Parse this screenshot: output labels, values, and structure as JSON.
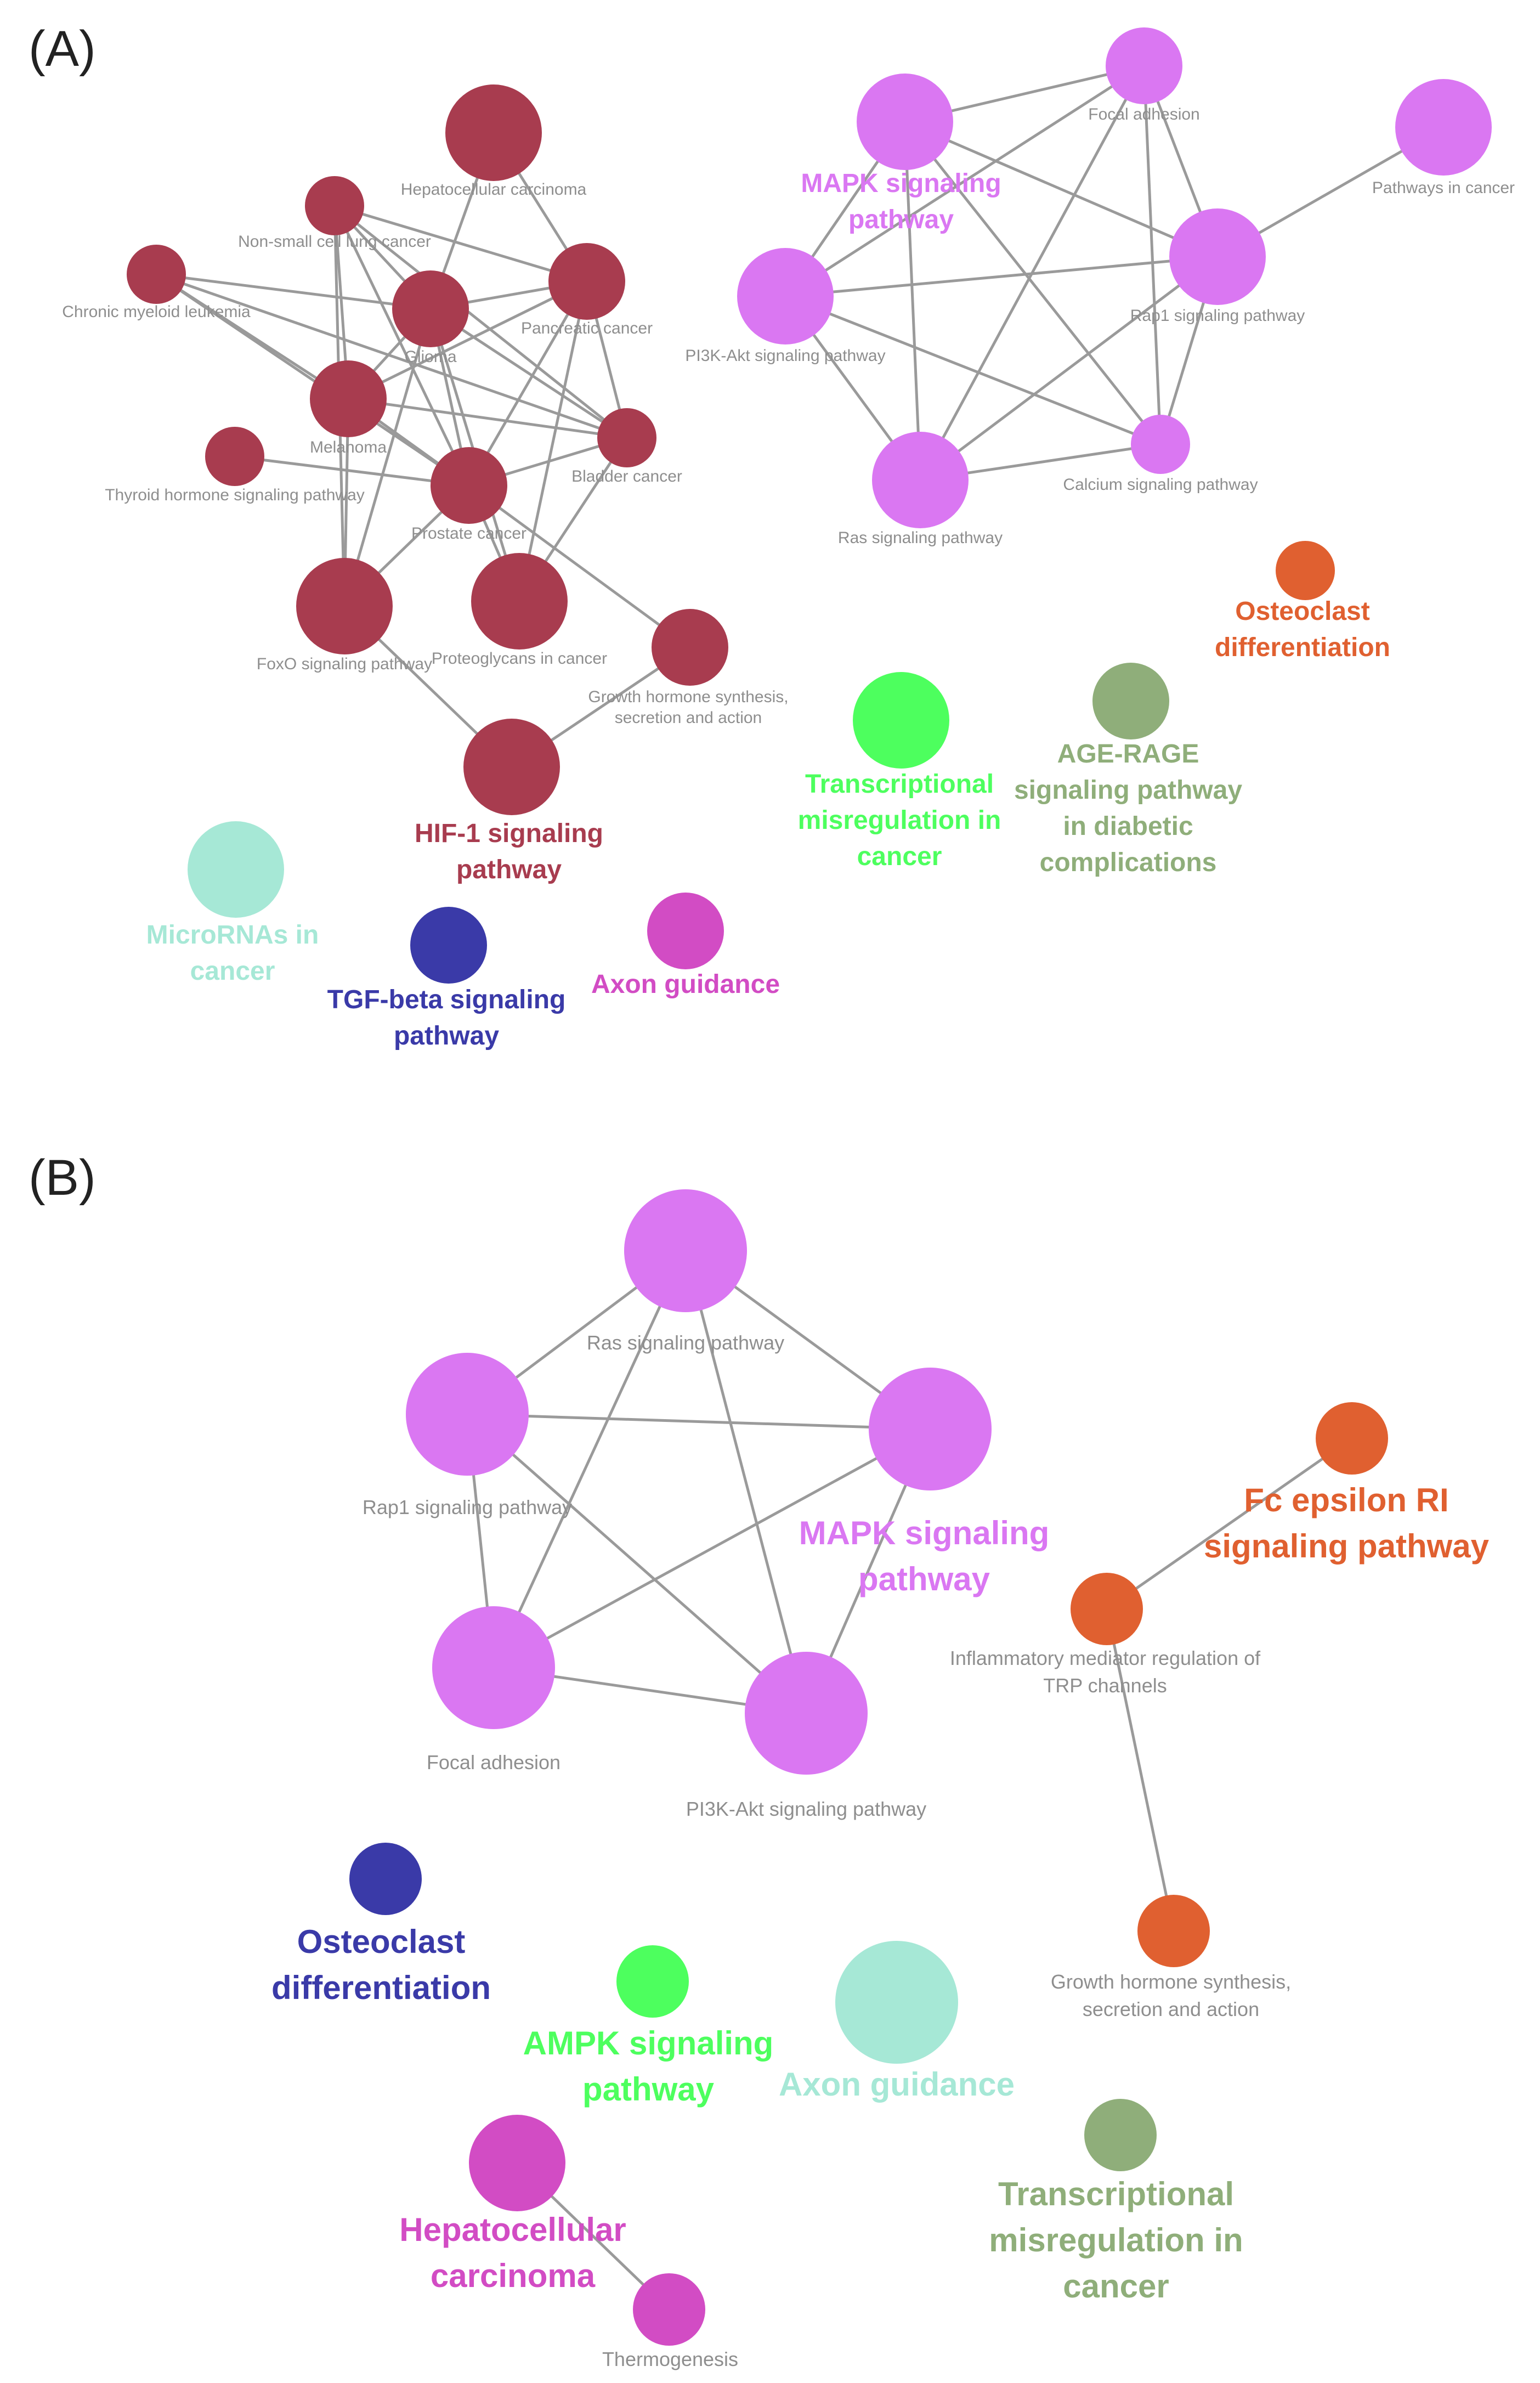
{
  "colors": {
    "dark_red": "#a83c4f",
    "violet": "#da77f2",
    "orange": "#e06030",
    "sage": "#8fae7a",
    "green": "#4dff5e",
    "cyan": "#a6e8d6",
    "navy": "#3a3aa8",
    "magenta": "#d24cc4",
    "edge": "#9a9a9a"
  },
  "panels": [
    {
      "label": "(A)",
      "nodes": [
        {
          "id": "hcc",
          "label": [
            "Hepatocellular carcinoma"
          ],
          "style": "small",
          "group": "dark_red",
          "size": "large"
        },
        {
          "id": "nsclc",
          "label": [
            "Non-small cell lung cancer"
          ],
          "style": "small",
          "group": "dark_red",
          "size": "medium"
        },
        {
          "id": "cml",
          "label": [
            "Chronic myeloid leukemia"
          ],
          "style": "small",
          "group": "dark_red",
          "size": "medium"
        },
        {
          "id": "glioma",
          "label": [
            "Glioma"
          ],
          "style": "small",
          "group": "dark_red",
          "size": "medium"
        },
        {
          "id": "pancreatic",
          "label": [
            "Pancreatic cancer"
          ],
          "style": "small",
          "group": "dark_red",
          "size": "medium"
        },
        {
          "id": "melanoma",
          "label": [
            "Melanoma"
          ],
          "style": "small",
          "group": "dark_red",
          "size": "medium"
        },
        {
          "id": "thyroid",
          "label": [
            "Thyroid hormone signaling pathway"
          ],
          "style": "small",
          "group": "dark_red",
          "size": "medium"
        },
        {
          "id": "bladder",
          "label": [
            "Bladder cancer"
          ],
          "style": "small",
          "group": "dark_red",
          "size": "medium"
        },
        {
          "id": "prostate",
          "label": [
            "Prostate cancer"
          ],
          "style": "small",
          "group": "dark_red",
          "size": "medium"
        },
        {
          "id": "foxo",
          "label": [
            "FoxO signaling pathway"
          ],
          "style": "small",
          "group": "dark_red",
          "size": "large"
        },
        {
          "id": "proteoglycans",
          "label": [
            "Proteoglycans in cancer"
          ],
          "style": "small",
          "group": "dark_red",
          "size": "large"
        },
        {
          "id": "gh",
          "label": [
            "Growth hormone synthesis,",
            "secretion and action"
          ],
          "style": "small",
          "group": "dark_red",
          "size": "medium"
        },
        {
          "id": "hif1",
          "label": [
            "HIF-1 signaling",
            "pathway"
          ],
          "style": "big",
          "group": "dark_red",
          "size": "large"
        },
        {
          "id": "mapk",
          "label": [
            "MAPK signaling",
            "pathway"
          ],
          "style": "big",
          "group": "violet",
          "size": "large"
        },
        {
          "id": "focal",
          "label": [
            "Focal adhesion"
          ],
          "style": "small",
          "group": "violet",
          "size": "medium"
        },
        {
          "id": "pathways",
          "label": [
            "Pathways in cancer"
          ],
          "style": "small",
          "group": "violet",
          "size": "large"
        },
        {
          "id": "pi3k",
          "label": [
            "PI3K-Akt signaling pathway"
          ],
          "style": "small",
          "group": "violet",
          "size": "large"
        },
        {
          "id": "rap1",
          "label": [
            "Rap1 signaling pathway"
          ],
          "style": "small",
          "group": "violet",
          "size": "large"
        },
        {
          "id": "calcium",
          "label": [
            "Calcium signaling pathway"
          ],
          "style": "small",
          "group": "violet",
          "size": "small"
        },
        {
          "id": "ras",
          "label": [
            "Ras signaling pathway"
          ],
          "style": "small",
          "group": "violet",
          "size": "large"
        },
        {
          "id": "osteo",
          "label": [
            "Osteoclast",
            "differentiation"
          ],
          "style": "big",
          "group": "orange",
          "size": "small"
        },
        {
          "id": "transcr",
          "label": [
            "Transcriptional",
            "misregulation in",
            "cancer"
          ],
          "style": "big",
          "group": "green",
          "size": "large"
        },
        {
          "id": "age",
          "label": [
            "AGE-RAGE",
            "signaling pathway",
            "in diabetic",
            "complications"
          ],
          "style": "big",
          "group": "sage",
          "size": "medium"
        },
        {
          "id": "mirna",
          "label": [
            "MicroRNAs in",
            "cancer"
          ],
          "style": "big",
          "group": "cyan",
          "size": "large"
        },
        {
          "id": "tgf",
          "label": [
            "TGF-beta signaling",
            "pathway"
          ],
          "style": "big",
          "group": "navy",
          "size": "medium"
        },
        {
          "id": "axon",
          "label": [
            "Axon guidance"
          ],
          "style": "big",
          "group": "magenta",
          "size": "medium"
        }
      ],
      "edges": [
        [
          "hcc",
          "glioma"
        ],
        [
          "hcc",
          "pancreatic"
        ],
        [
          "nsclc",
          "glioma"
        ],
        [
          "nsclc",
          "melanoma"
        ],
        [
          "nsclc",
          "pancreatic"
        ],
        [
          "nsclc",
          "bladder"
        ],
        [
          "nsclc",
          "prostate"
        ],
        [
          "nsclc",
          "foxo"
        ],
        [
          "cml",
          "glioma"
        ],
        [
          "cml",
          "melanoma"
        ],
        [
          "cml",
          "prostate"
        ],
        [
          "cml",
          "bladder"
        ],
        [
          "glioma",
          "melanoma"
        ],
        [
          "glioma",
          "pancreatic"
        ],
        [
          "glioma",
          "prostate"
        ],
        [
          "glioma",
          "bladder"
        ],
        [
          "glioma",
          "foxo"
        ],
        [
          "glioma",
          "proteoglycans"
        ],
        [
          "pancreatic",
          "melanoma"
        ],
        [
          "pancreatic",
          "prostate"
        ],
        [
          "pancreatic",
          "bladder"
        ],
        [
          "pancreatic",
          "proteoglycans"
        ],
        [
          "melanoma",
          "prostate"
        ],
        [
          "melanoma",
          "bladder"
        ],
        [
          "melanoma",
          "foxo"
        ],
        [
          "thyroid",
          "prostate"
        ],
        [
          "bladder",
          "prostate"
        ],
        [
          "bladder",
          "proteoglycans"
        ],
        [
          "prostate",
          "foxo"
        ],
        [
          "prostate",
          "proteoglycans"
        ],
        [
          "prostate",
          "gh"
        ],
        [
          "foxo",
          "hif1"
        ],
        [
          "gh",
          "hif1"
        ],
        [
          "mapk",
          "focal"
        ],
        [
          "mapk",
          "pi3k"
        ],
        [
          "mapk",
          "rap1"
        ],
        [
          "mapk",
          "ras"
        ],
        [
          "mapk",
          "calcium"
        ],
        [
          "focal",
          "pi3k"
        ],
        [
          "focal",
          "rap1"
        ],
        [
          "focal",
          "ras"
        ],
        [
          "focal",
          "calcium"
        ],
        [
          "pathways",
          "rap1"
        ],
        [
          "pi3k",
          "rap1"
        ],
        [
          "pi3k",
          "ras"
        ],
        [
          "pi3k",
          "calcium"
        ],
        [
          "rap1",
          "ras"
        ],
        [
          "rap1",
          "calcium"
        ],
        [
          "ras",
          "calcium"
        ]
      ]
    },
    {
      "label": "(B)",
      "nodes": [
        {
          "id": "ras",
          "label": [
            "Ras signaling pathway"
          ],
          "style": "small",
          "group": "violet",
          "size": "large"
        },
        {
          "id": "rap1",
          "label": [
            "Rap1 signaling pathway"
          ],
          "style": "small",
          "group": "violet",
          "size": "large"
        },
        {
          "id": "mapk",
          "label": [
            "MAPK signaling",
            "pathway"
          ],
          "style": "big",
          "group": "violet",
          "size": "large"
        },
        {
          "id": "focal",
          "label": [
            "Focal adhesion"
          ],
          "style": "small",
          "group": "violet",
          "size": "large"
        },
        {
          "id": "pi3k",
          "label": [
            "PI3K-Akt signaling pathway"
          ],
          "style": "small",
          "group": "violet",
          "size": "large"
        },
        {
          "id": "fc",
          "label": [
            "Fc epsilon RI",
            "signaling pathway"
          ],
          "style": "big",
          "group": "orange",
          "size": "small"
        },
        {
          "id": "inflam",
          "label": [
            "Inflammatory mediator regulation of",
            "TRP channels"
          ],
          "style": "small",
          "group": "orange",
          "size": "small"
        },
        {
          "id": "gh",
          "label": [
            "Growth hormone synthesis,",
            "secretion and action"
          ],
          "style": "small",
          "group": "orange",
          "size": "small"
        },
        {
          "id": "osteo",
          "label": [
            "Osteoclast",
            "differentiation"
          ],
          "style": "big",
          "group": "navy",
          "size": "small"
        },
        {
          "id": "ampk",
          "label": [
            "AMPK signaling",
            "pathway"
          ],
          "style": "big",
          "group": "green",
          "size": "small"
        },
        {
          "id": "axon",
          "label": [
            "Axon guidance"
          ],
          "style": "big",
          "group": "cyan",
          "size": "large"
        },
        {
          "id": "transcr",
          "label": [
            "Transcriptional",
            "misregulation in",
            "cancer"
          ],
          "style": "big",
          "group": "sage",
          "size": "small"
        },
        {
          "id": "hcc",
          "label": [
            "Hepatocellular",
            "carcinoma"
          ],
          "style": "big",
          "group": "magenta",
          "size": "medium"
        },
        {
          "id": "thermo",
          "label": [
            "Thermogenesis"
          ],
          "style": "small",
          "group": "magenta",
          "size": "small"
        }
      ],
      "edges": [
        [
          "ras",
          "rap1"
        ],
        [
          "ras",
          "mapk"
        ],
        [
          "ras",
          "focal"
        ],
        [
          "ras",
          "pi3k"
        ],
        [
          "rap1",
          "mapk"
        ],
        [
          "rap1",
          "focal"
        ],
        [
          "rap1",
          "pi3k"
        ],
        [
          "mapk",
          "focal"
        ],
        [
          "mapk",
          "pi3k"
        ],
        [
          "focal",
          "pi3k"
        ],
        [
          "fc",
          "inflam"
        ],
        [
          "inflam",
          "gh"
        ],
        [
          "hcc",
          "thermo"
        ]
      ]
    }
  ]
}
